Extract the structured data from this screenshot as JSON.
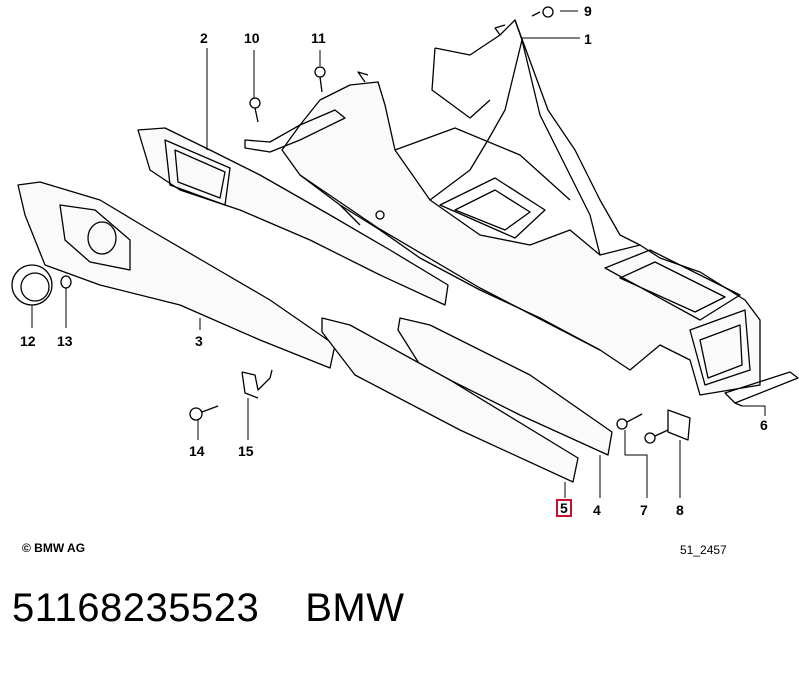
{
  "diagram": {
    "callouts": [
      {
        "id": "c1",
        "label": "1"
      },
      {
        "id": "c2",
        "label": "2"
      },
      {
        "id": "c3",
        "label": "3"
      },
      {
        "id": "c4",
        "label": "4"
      },
      {
        "id": "c5",
        "label": "5",
        "highlighted": true
      },
      {
        "id": "c6",
        "label": "6"
      },
      {
        "id": "c7",
        "label": "7"
      },
      {
        "id": "c8",
        "label": "8"
      },
      {
        "id": "c9",
        "label": "9"
      },
      {
        "id": "c10",
        "label": "10"
      },
      {
        "id": "c11",
        "label": "11"
      },
      {
        "id": "c12",
        "label": "12"
      },
      {
        "id": "c13",
        "label": "13"
      },
      {
        "id": "c14",
        "label": "14"
      },
      {
        "id": "c15",
        "label": "15"
      }
    ],
    "copyright": "© BMW AG",
    "diagram_code": "51_2457",
    "highlight_color": "#c8102e"
  },
  "caption": {
    "part_number": "51168235523",
    "brand": "BMW"
  }
}
